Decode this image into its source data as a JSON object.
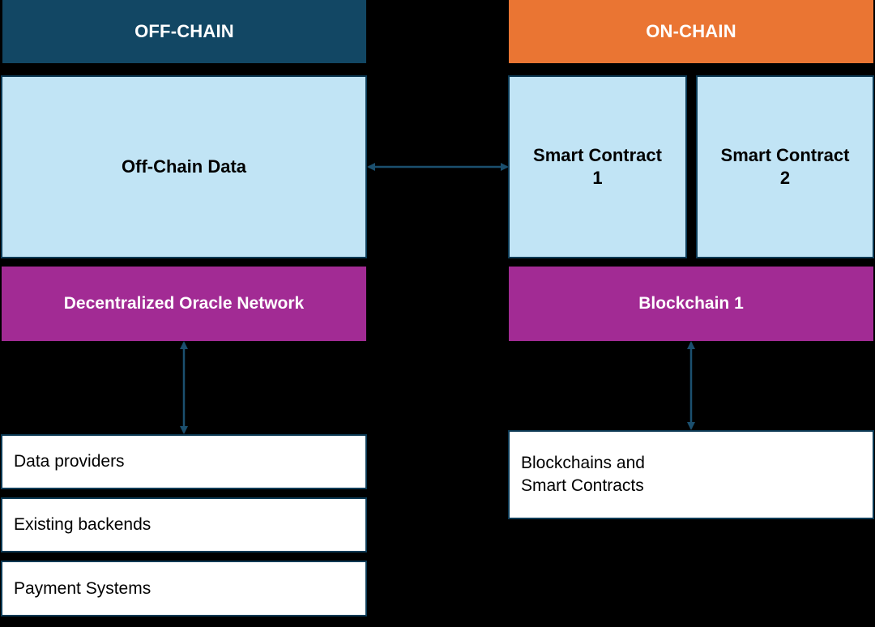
{
  "off_chain": {
    "header": "OFF-CHAIN",
    "data_box": "Off-Chain Data",
    "network_box": "Decentralized Oracle Network",
    "sources": [
      "Data providers",
      "Existing backends",
      "Payment Systems"
    ]
  },
  "on_chain": {
    "header": "ON-CHAIN",
    "contracts": [
      "Smart Contract\n1",
      "Smart Contract\n2"
    ],
    "blockchain_box": "Blockchain 1",
    "targets": [
      "Blockchains and\nSmart Contracts"
    ]
  },
  "colors": {
    "off_chain_header": "#124764",
    "on_chain_header": "#EA7533",
    "light_box": "#C1E4F5",
    "purple_box": "#A22B94",
    "arrow": "#1b4f6e",
    "background": "#000000"
  }
}
